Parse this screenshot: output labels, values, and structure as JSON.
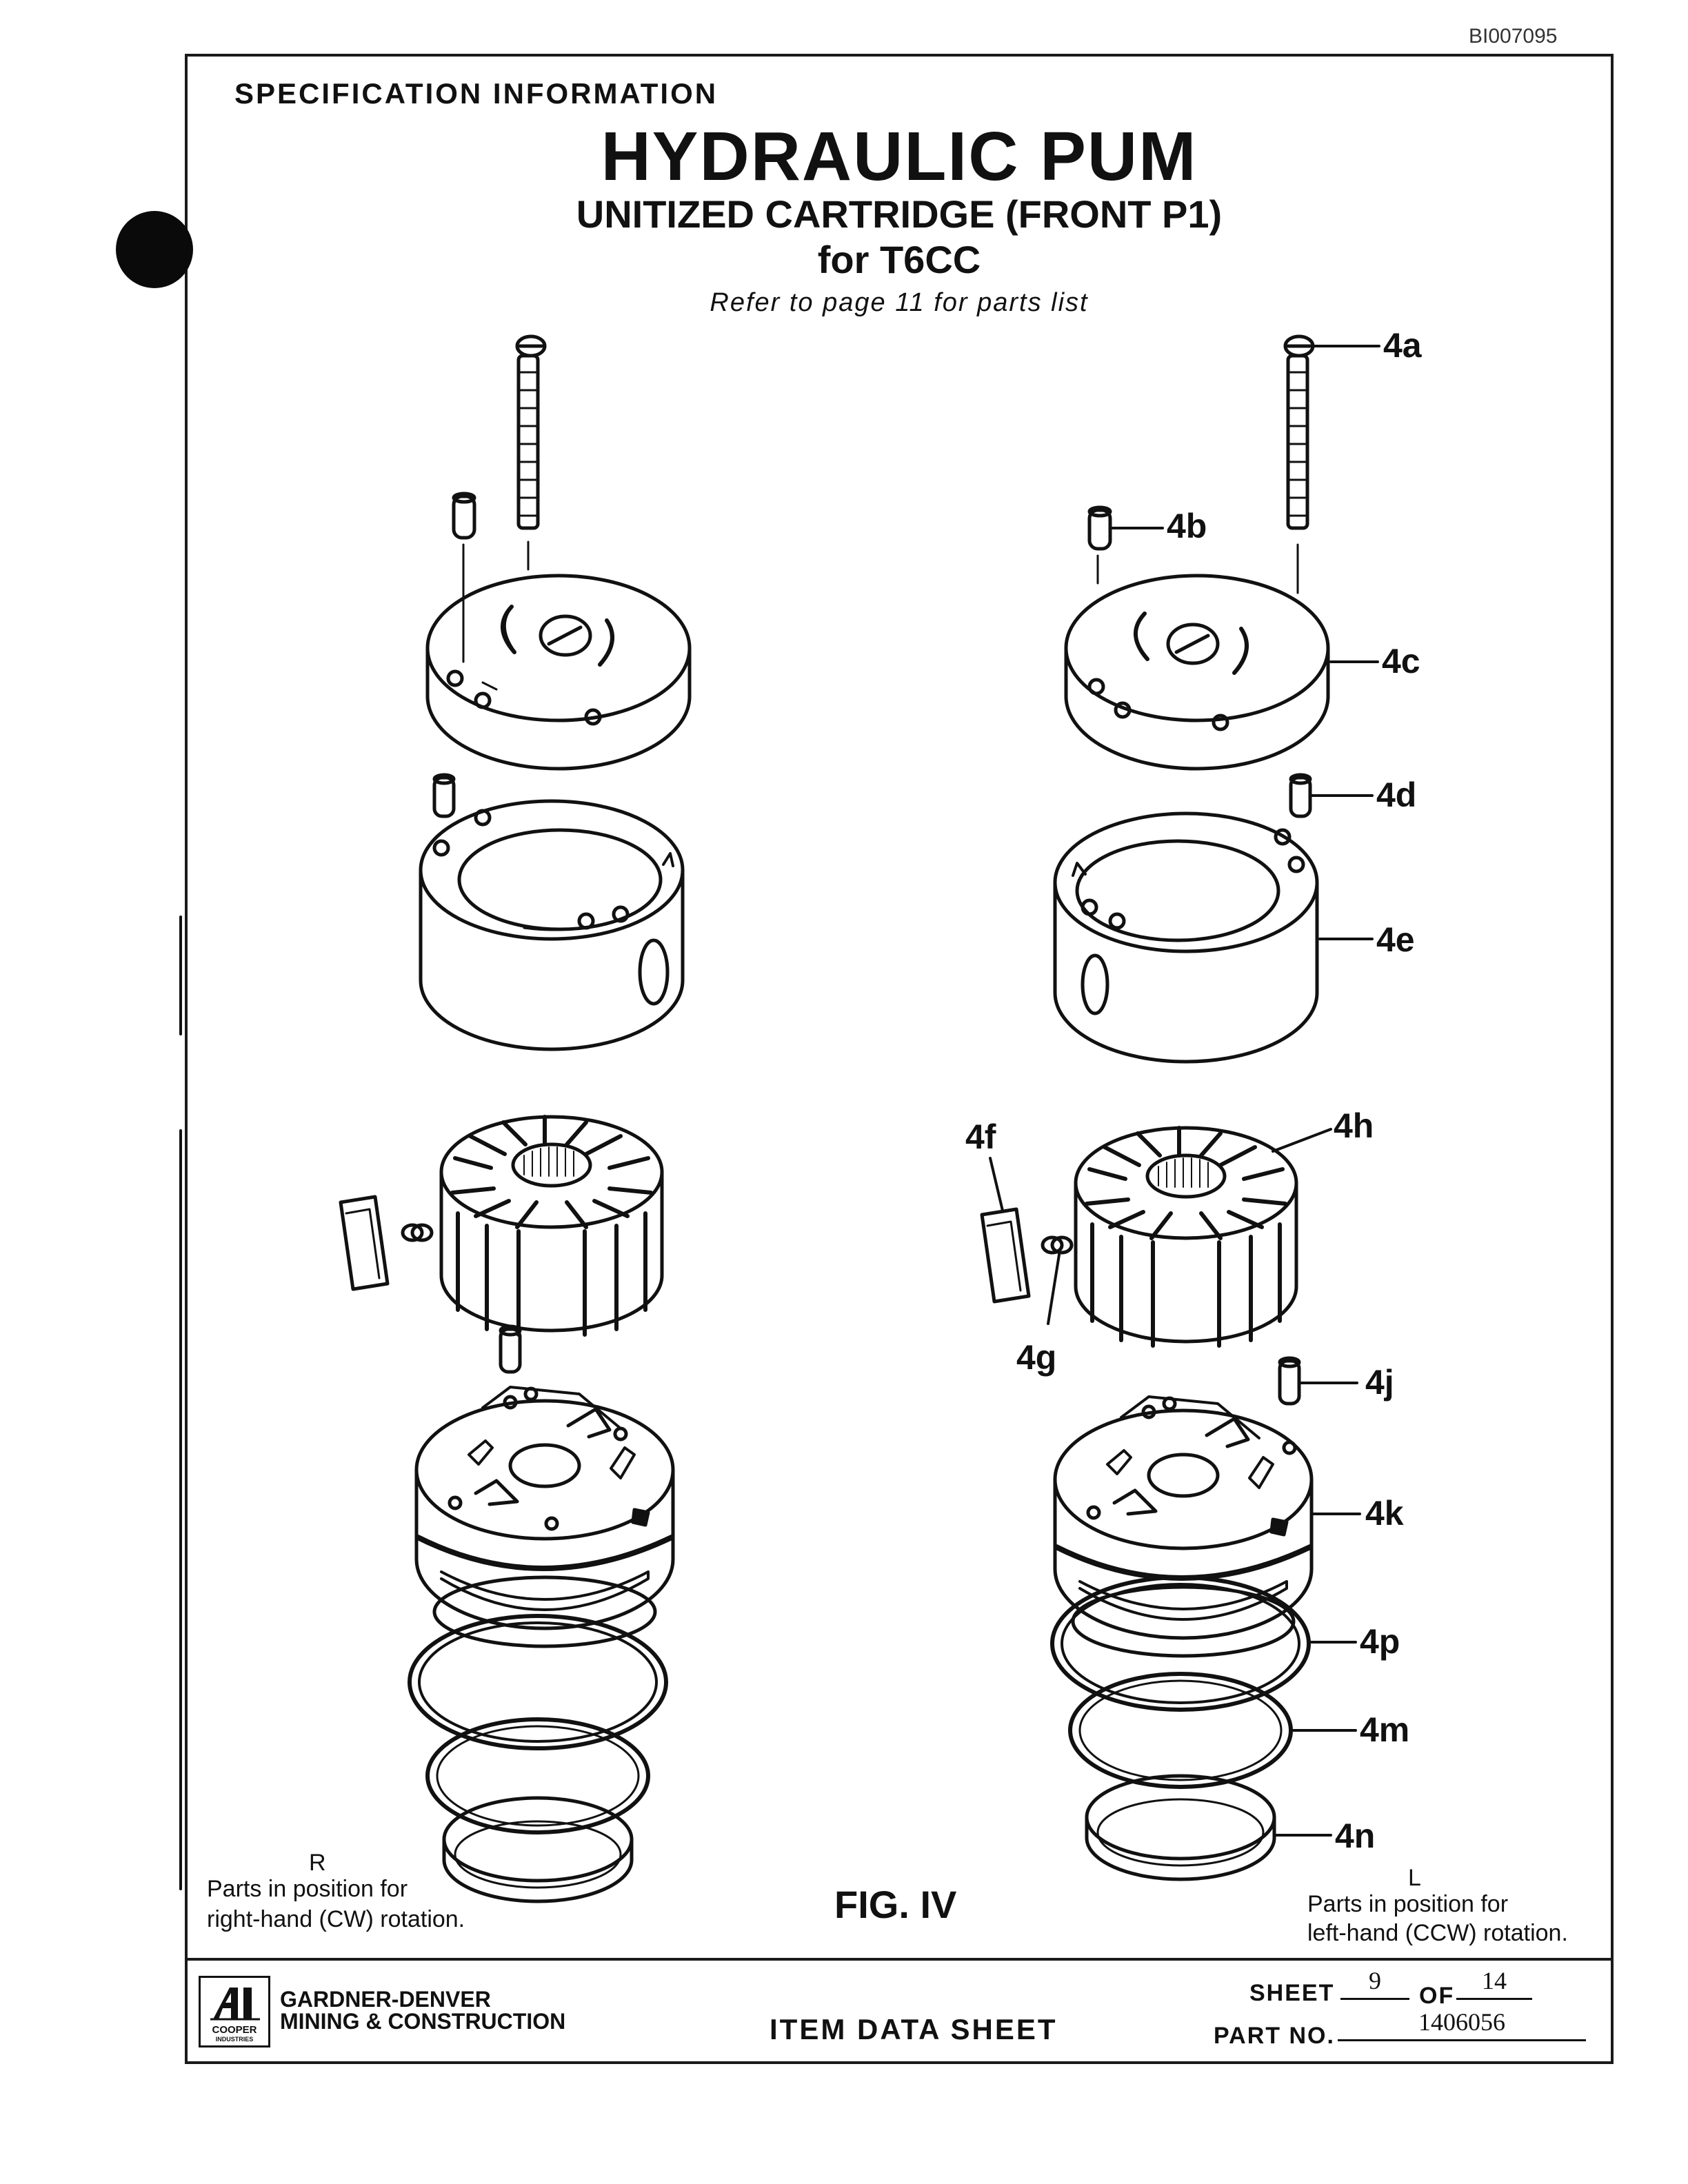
{
  "header": {
    "doc_id": "BI007095",
    "spec_label": "SPECIFICATION INFORMATION",
    "title": "HYDRAULIC PUM",
    "subtitle": "UNITIZED CARTRIDGE (FRONT P1)",
    "model": "for T6CC",
    "refer_note": "Refer to page 11 for parts list"
  },
  "callouts": {
    "a": "4a",
    "b": "4b",
    "c": "4c",
    "d": "4d",
    "e": "4e",
    "f": "4f",
    "g": "4g",
    "h": "4h",
    "j": "4j",
    "k": "4k",
    "p": "4p",
    "m": "4m",
    "n": "4n"
  },
  "captions": {
    "right_letter": "R",
    "right_line1": "Parts in position for",
    "right_line2": "right-hand (CW) rotation.",
    "left_letter": "L",
    "left_line1": "Parts in position for",
    "left_line2": "left-hand (CCW) rotation.",
    "figure": "FIG. IV"
  },
  "footer": {
    "logo_line1": "COOPER",
    "logo_line2": "INDUSTRIES",
    "company_line1": "GARDNER-DENVER",
    "company_line2": "MINING & CONSTRUCTION",
    "sheet_title": "ITEM DATA SHEET",
    "sheet_label": "SHEET",
    "sheet_number": "9",
    "of_label": "OF",
    "sheet_total": "14",
    "part_label": "PART NO.",
    "part_number": "1406056"
  }
}
